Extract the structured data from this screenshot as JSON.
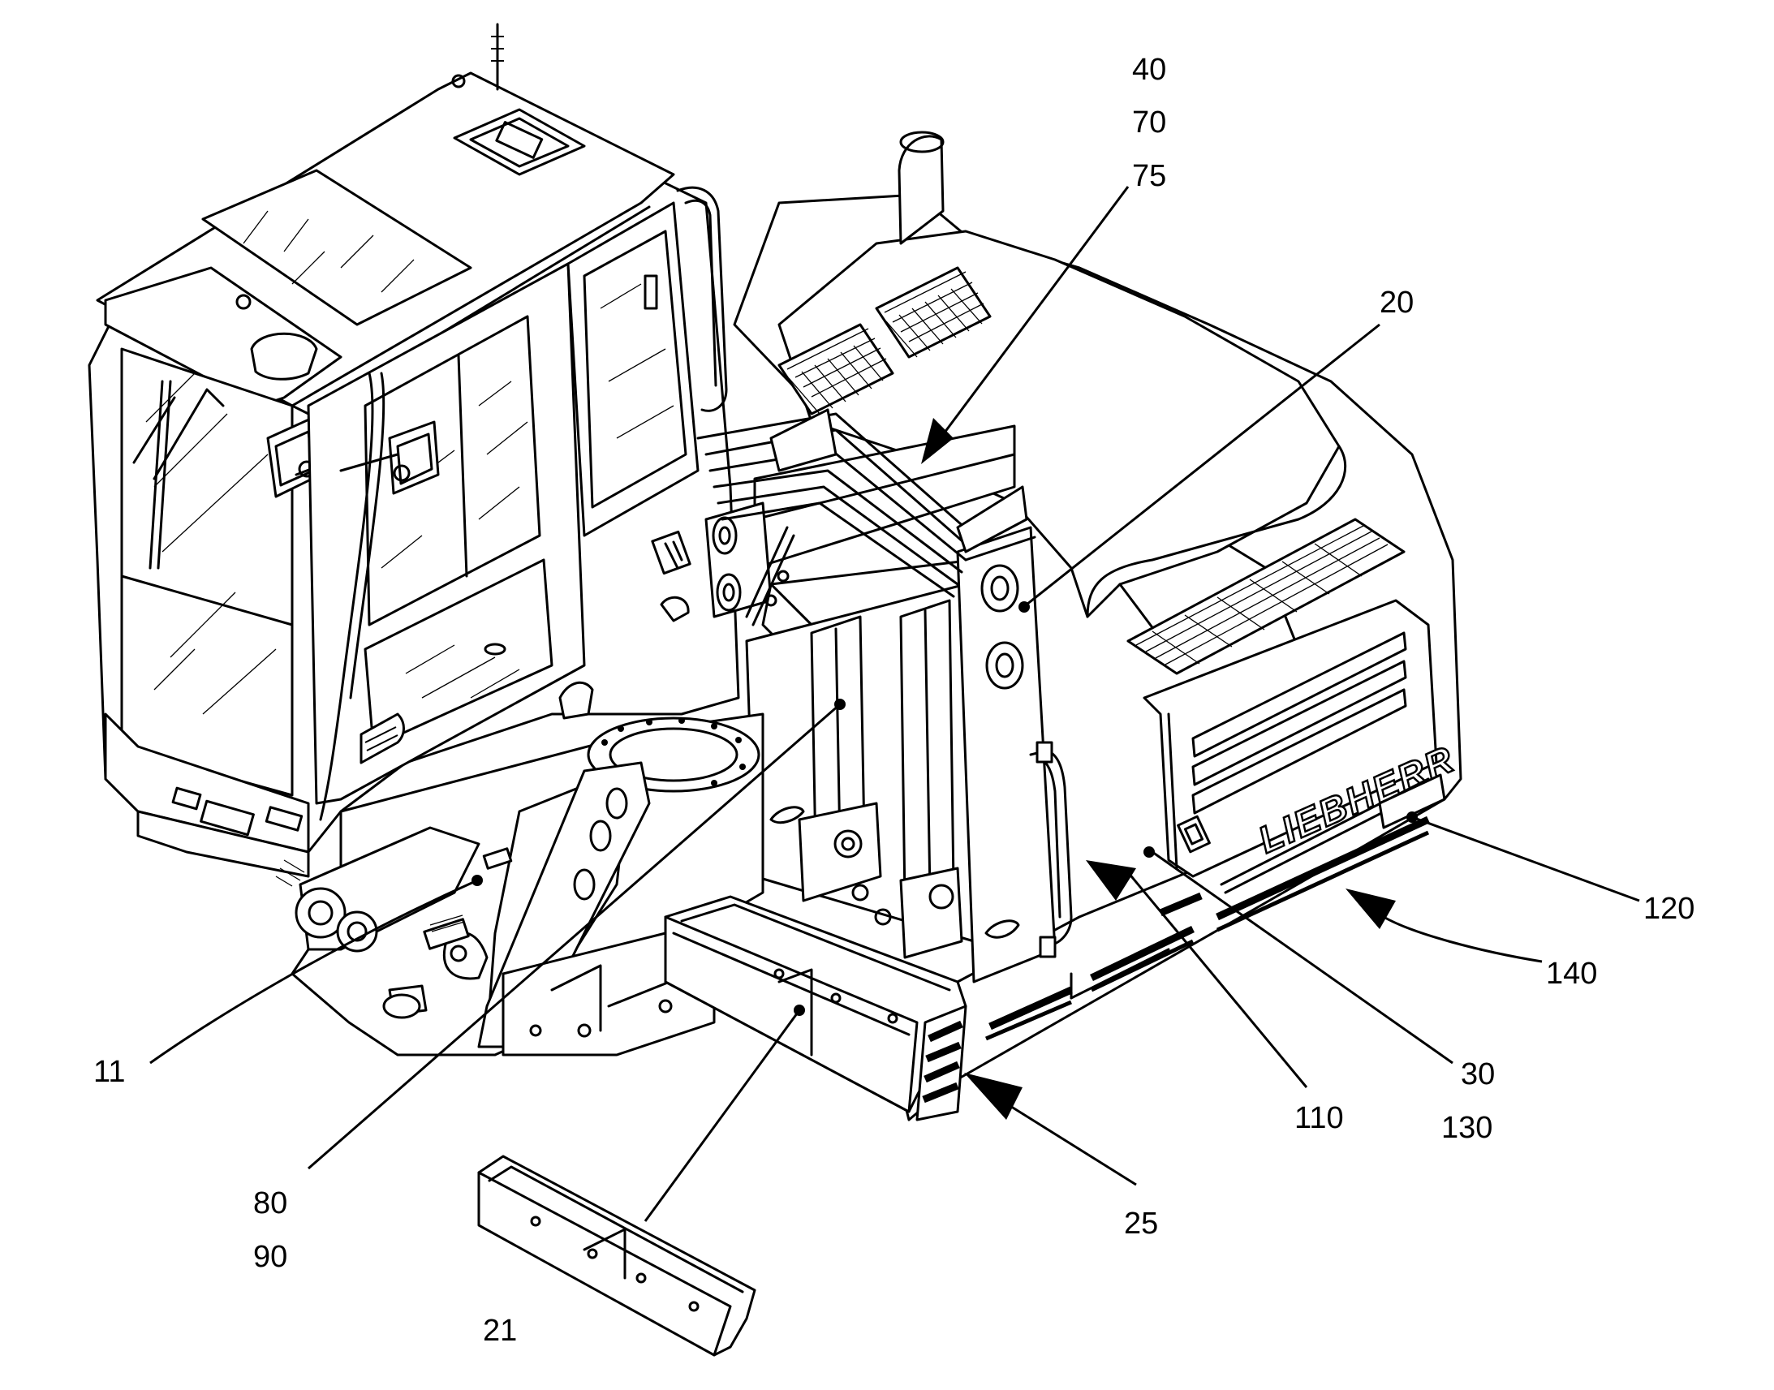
{
  "figure": {
    "brand_lettering": "LIEBHERR",
    "reference_labels": [
      {
        "id": "ref-40",
        "text": "40"
      },
      {
        "id": "ref-70",
        "text": "70"
      },
      {
        "id": "ref-75",
        "text": "75"
      },
      {
        "id": "ref-20",
        "text": "20"
      },
      {
        "id": "ref-120",
        "text": "120"
      },
      {
        "id": "ref-140",
        "text": "140"
      },
      {
        "id": "ref-11",
        "text": "11"
      },
      {
        "id": "ref-30",
        "text": "30"
      },
      {
        "id": "ref-130",
        "text": "130"
      },
      {
        "id": "ref-110",
        "text": "110"
      },
      {
        "id": "ref-80",
        "text": "80"
      },
      {
        "id": "ref-90",
        "text": "90"
      },
      {
        "id": "ref-25",
        "text": "25"
      },
      {
        "id": "ref-21",
        "text": "21"
      }
    ]
  }
}
